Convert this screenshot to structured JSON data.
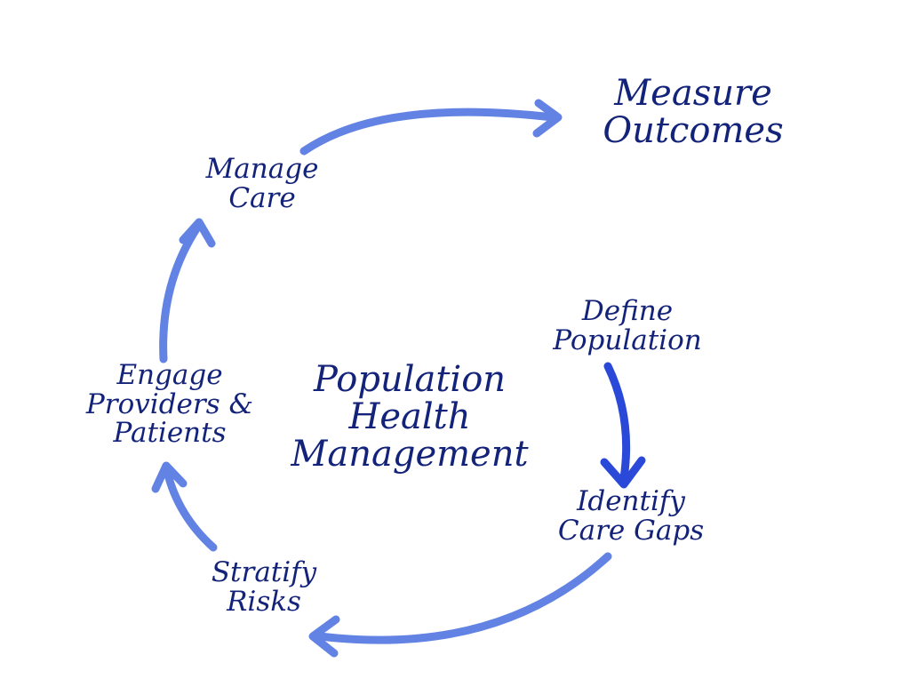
{
  "diagram": {
    "center": {
      "line1": "Population",
      "line2": "Health",
      "line3": "Management"
    },
    "steps": {
      "define_population": {
        "line1": "Define",
        "line2": "Population"
      },
      "identify_care_gaps": {
        "line1": "Identify",
        "line2": "Care Gaps"
      },
      "stratify_risks": {
        "line1": "Stratify",
        "line2": "Risks"
      },
      "engage": {
        "line1": "Engage",
        "line2": "Providers &",
        "line3": "Patients"
      },
      "manage_care": {
        "line1": "Manage",
        "line2": "Care"
      },
      "measure_outcomes": {
        "line1": "Measure",
        "line2": "Outcomes"
      }
    },
    "colors": {
      "text": "#14237a",
      "arrow": "#5b7fe0",
      "arrow_strong": "#2a49d9"
    }
  }
}
